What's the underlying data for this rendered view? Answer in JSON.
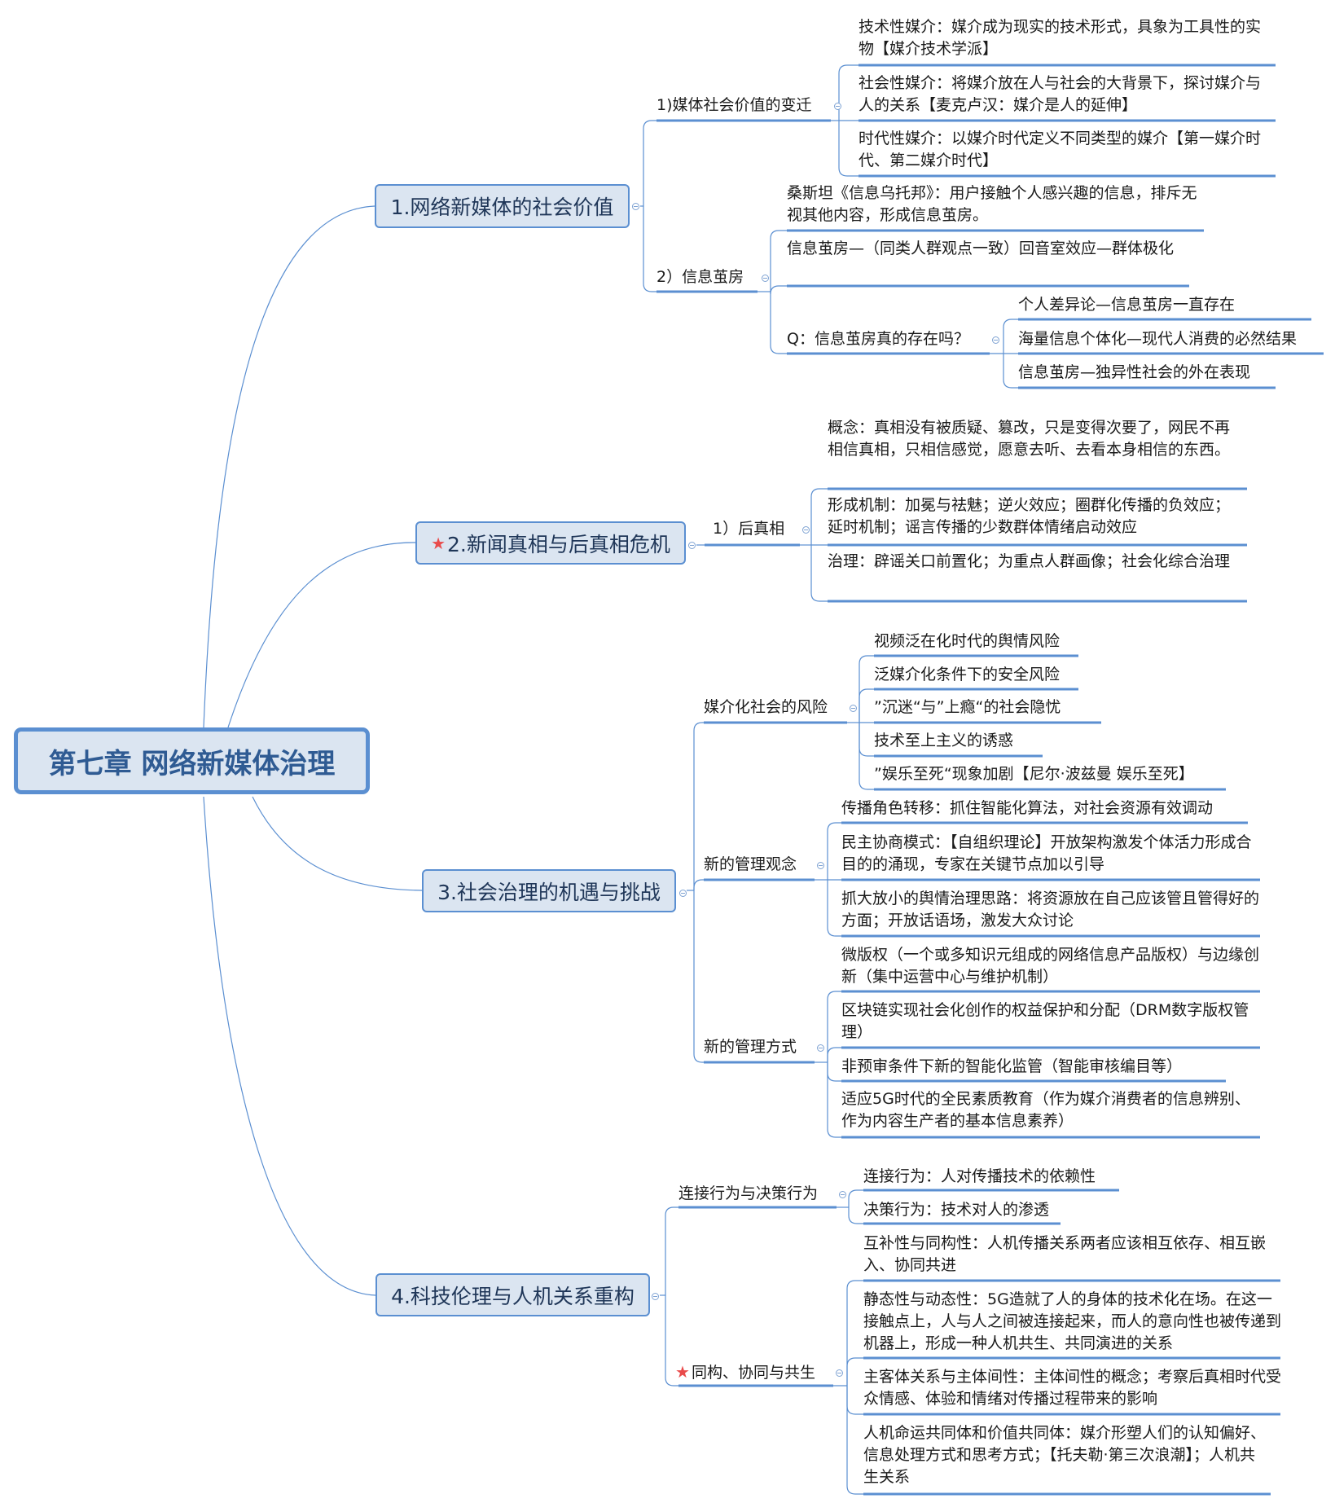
{
  "root": {
    "title": "第七章 网络新媒体治理"
  },
  "colors": {
    "line": "#5b8fd1",
    "box_fill": "#dbe5f1",
    "star": "#e94b4b",
    "root_text": "#2f5b93"
  },
  "branches": [
    {
      "title": "1.网络新媒体的社会价值",
      "starred": false,
      "children": [
        {
          "title": "1)媒体社会价值的变迁",
          "children": [
            {
              "text": "技术性媒介：媒介成为现实的技术形式，具象为工具性的实物【媒介技术学派】"
            },
            {
              "text": "社会性媒介：将媒介放在人与社会的大背景下，探讨媒介与人的关系【麦克卢汉：媒介是人的延伸】"
            },
            {
              "text": "时代性媒介：以媒介时代定义不同类型的媒介【第一媒介时代、第二媒介时代】"
            }
          ]
        },
        {
          "title": "2）信息茧房",
          "children": [
            {
              "text": "桑斯坦《信息乌托邦》：用户接触个人感兴趣的信息，排斥无视其他内容，形成信息茧房。"
            },
            {
              "text": "信息茧房—（同类人群观点一致）回音室效应—群体极化"
            },
            {
              "text": "Q：信息茧房真的存在吗？",
              "children": [
                {
                  "text": "个人差异论—信息茧房一直存在"
                },
                {
                  "text": "海量信息个体化—现代人消费的必然结果"
                },
                {
                  "text": "信息茧房—独异性社会的外在表现"
                }
              ]
            }
          ]
        }
      ]
    },
    {
      "title": "2.新闻真相与后真相危机",
      "starred": true,
      "children": [
        {
          "title": "1）后真相",
          "children": [
            {
              "text": "概念：真相没有被质疑、篡改，只是变得次要了，网民不再相信真相，只相信感觉，愿意去听、去看本身相信的东西。"
            },
            {
              "text": "形成机制：加冕与祛魅；逆火效应；圈群化传播的负效应；延时机制；谣言传播的少数群体情绪启动效应"
            },
            {
              "text": "治理：辟谣关口前置化；为重点人群画像；社会化综合治理"
            }
          ]
        }
      ]
    },
    {
      "title": "3.社会治理的机遇与挑战",
      "starred": false,
      "children": [
        {
          "title": "媒介化社会的风险",
          "children": [
            {
              "text": "视频泛在化时代的舆情风险"
            },
            {
              "text": "泛媒介化条件下的安全风险"
            },
            {
              "text": "”沉迷“与”上瘾“的社会隐忧"
            },
            {
              "text": "技术至上主义的诱惑"
            },
            {
              "text": "”娱乐至死“现象加剧【尼尔·波兹曼 娱乐至死】"
            }
          ]
        },
        {
          "title": "新的管理观念",
          "children": [
            {
              "text": "传播角色转移：抓住智能化算法，对社会资源有效调动"
            },
            {
              "text": "民主协商模式：【自组织理论】开放架构激发个体活力形成合目的的涌现，专家在关键节点加以引导"
            },
            {
              "text": "抓大放小的舆情治理思路：将资源放在自己应该管且管得好的方面；开放话语场，激发大众讨论"
            }
          ]
        },
        {
          "title": "新的管理方式",
          "children": [
            {
              "text": "微版权（一个或多知识元组成的网络信息产品版权）与边缘创新（集中运营中心与维护机制）"
            },
            {
              "text": "区块链实现社会化创作的权益保护和分配（DRM数字版权管理）"
            },
            {
              "text": "非预审条件下新的智能化监管（智能审核编目等）"
            },
            {
              "text": "适应5G时代的全民素质教育（作为媒介消费者的信息辨别、作为内容生产者的基本信息素养）"
            }
          ]
        }
      ]
    },
    {
      "title": "4.科技伦理与人机关系重构",
      "starred": false,
      "children": [
        {
          "title": "连接行为与决策行为",
          "children": [
            {
              "text": "连接行为：人对传播技术的依赖性"
            },
            {
              "text": "决策行为：技术对人的渗透"
            }
          ]
        },
        {
          "title": "同构、协同与共生",
          "starred": true,
          "children": [
            {
              "text": "互补性与同构性：人机传播关系两者应该相互依存、相互嵌入、协同共进"
            },
            {
              "text": "静态性与动态性：5G造就了人的身体的技术化在场。在这一接触点上，人与人之间被连接起来，而人的意向性也被传递到机器上，形成一种人机共生、共同演进的关系"
            },
            {
              "text": "主客体关系与主体间性：主体间性的概念；考察后真相时代受众情感、体验和情绪对传播过程带来的影响"
            },
            {
              "text": "人机命运共同体和价值共同体：媒介形塑人们的认知偏好、信息处理方式和思考方式；【托夫勒·第三次浪潮】；人机共生关系"
            }
          ]
        }
      ]
    }
  ]
}
